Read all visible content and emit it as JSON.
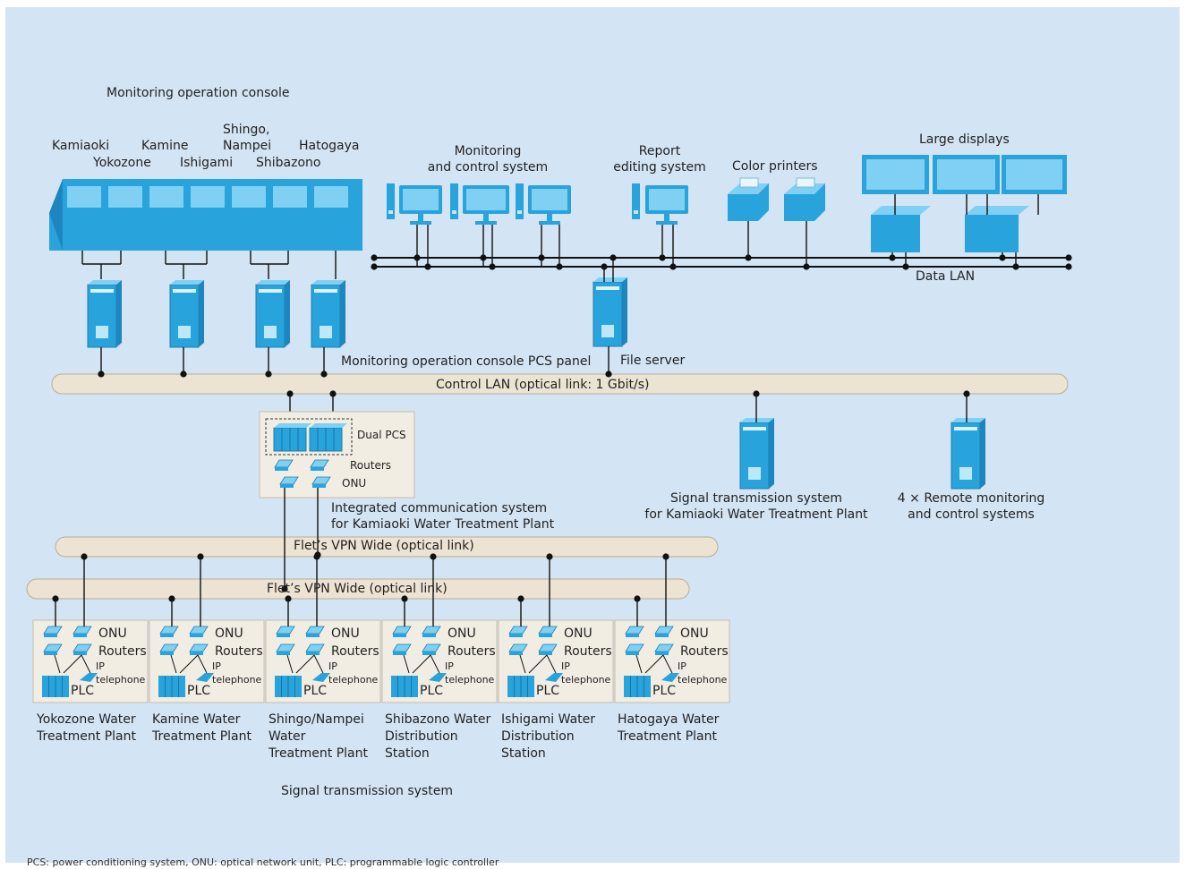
{
  "console": {
    "title": "Monitoring operation console",
    "site_labels": [
      "Kamiaoki",
      "Yokozone",
      "Kamine",
      "Ishigami",
      "Shingo,",
      "Nampei",
      "Shibazono",
      "Hatogaya"
    ],
    "pcs_panel_label": "Monitoring operation console PCS panel"
  },
  "data_side": {
    "monitoring_system": "Monitoring\nand control system",
    "report_system": "Report\nediting system",
    "color_printers": "Color printers",
    "large_displays": "Large displays",
    "data_lan": "Data LAN",
    "file_server": "File server"
  },
  "control_lan": "Control LAN (optical link: 1 Gbit/s)",
  "integrated": {
    "dual_pcs": "Dual PCS",
    "routers": "Routers",
    "onu": "ONU",
    "caption": "Integrated communication system\nfor Kamiaoki Water Treatment Plant"
  },
  "signal_system": "Signal transmission system\nfor Kamiaoki Water Treatment Plant",
  "remote_systems": "4 × Remote monitoring\nand control systems",
  "vpn1": "Flet’s VPN Wide (optical link)",
  "vpn2": "Flet’s VPN Wide (optical link)",
  "plant_box": {
    "onu": "ONU",
    "routers": "Routers",
    "ip": "IP",
    "telephone": "telephone",
    "plc": "PLC"
  },
  "plants": [
    "Yokozone Water\nTreatment Plant",
    "Kamine Water\nTreatment Plant",
    "Shingo/Nampei\nWater\nTreatment Plant",
    "Shibazono Water\nDistribution\nStation",
    "Ishigami Water\nDistribution\nStation",
    "Hatogaya Water\nTreatment Plant"
  ],
  "signal_caption": "Signal transmission system",
  "footnote": "PCS: power conditioning system, ONU: optical network unit, PLC: programmable logic controller",
  "colors": {
    "background": "#d3e4f4",
    "device_blue": "#29a3dc",
    "device_light": "#7fd0f2",
    "bus": "#ece3d3",
    "box": "#f2ede3",
    "line": "#111111"
  }
}
